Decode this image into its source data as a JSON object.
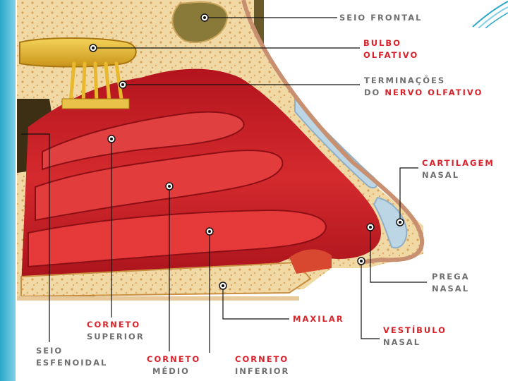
{
  "labels": {
    "seio_frontal": {
      "line1": "SEIO FRONTAL"
    },
    "bulbo_olfativo": {
      "line1": "BULBO",
      "line2": "OLFATIVO"
    },
    "terminacoes": {
      "line1": "TERMINAÇÕES",
      "line2_a": "DO",
      "line2_b": "NERVO OLFATIVO"
    },
    "cartilagem_nasal": {
      "line1": "CARTILAGEM",
      "line2": "NASAL"
    },
    "prega_nasal": {
      "line1": "PREGA",
      "line2": "NASAL"
    },
    "maxilar": {
      "line1": "MAXILAR"
    },
    "vestibulo_nasal": {
      "line1": "VESTÍBULO",
      "line2": "NASAL"
    },
    "corneto_superior": {
      "line1": "CORNETO",
      "line2": "SUPERIOR"
    },
    "seio_esfenoidal": {
      "line1": "SEIO",
      "line2": "ESFENOIDAL"
    },
    "corneto_medio": {
      "line1": "CORNETO",
      "line2": "MÉDIO"
    },
    "corneto_inferior": {
      "line1": "CORNETO",
      "line2": "INFERIOR"
    }
  },
  "colors": {
    "accent": "#2aa7c9",
    "label_red": "#d8232a",
    "label_gray": "#6f6f6f",
    "mucosa": "#c8202a",
    "bone": "#f1d9a6",
    "bulb": "#e8b92c",
    "cartilage": "#bcd6e6"
  }
}
